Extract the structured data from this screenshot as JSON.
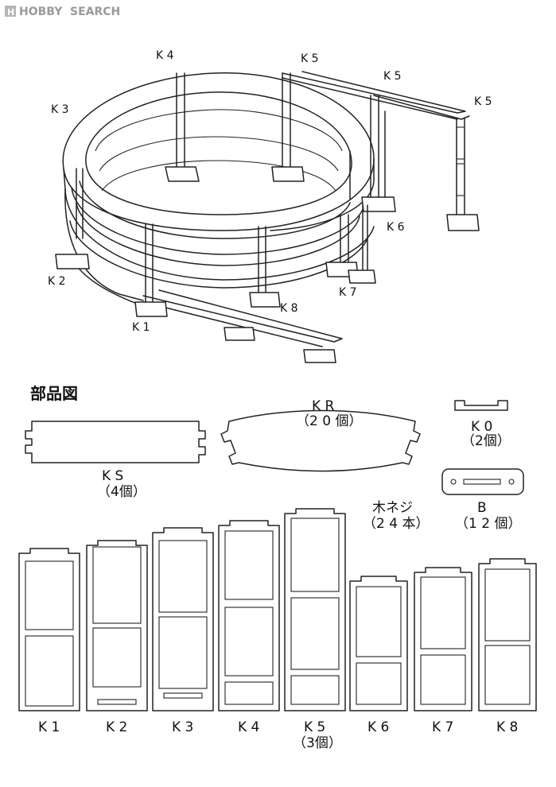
{
  "logo": {
    "brand": "HOBBY",
    "word": "SEARCH"
  },
  "assembly_labels": {
    "k4": "K 4",
    "k5_top": "K 5",
    "k5_mid": "K 5",
    "k5_right": "K 5",
    "k3": "K 3",
    "k6": "K 6",
    "k2": "K 2",
    "k7": "K 7",
    "k8": "K 8",
    "k1": "K 1"
  },
  "parts_title": "部品図",
  "parts": {
    "ks": {
      "name": "K S",
      "qty": "（4個）"
    },
    "kr": {
      "name": "K R",
      "qty": "（2 0 個）"
    },
    "k0": {
      "name": "K 0",
      "qty": "（2個）"
    },
    "b": {
      "name": "B",
      "qty": "（1 2 個）"
    },
    "screw": {
      "name": "木ネジ",
      "qty": "（2 4 本）"
    }
  },
  "columns": [
    {
      "name": "K 1",
      "qty": ""
    },
    {
      "name": "K 2",
      "qty": ""
    },
    {
      "name": "K 3",
      "qty": ""
    },
    {
      "name": "K 4",
      "qty": ""
    },
    {
      "name": "K 5",
      "qty": "（3個）"
    },
    {
      "name": "K 6",
      "qty": ""
    },
    {
      "name": "K 7",
      "qty": ""
    },
    {
      "name": "K 8",
      "qty": ""
    }
  ]
}
